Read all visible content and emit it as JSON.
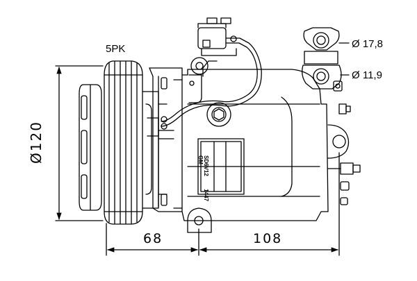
{
  "drawing": {
    "belt_type": "5PK",
    "port_large_diameter": "Ø 17,8",
    "port_small_diameter": "Ø 11,9",
    "pulley_diameter": "Ø120",
    "dim_pulley_to_mount": "68",
    "dim_mount_to_back": "108",
    "nameplate": {
      "model": "SD6V12",
      "number": "1447",
      "brand": "GM"
    }
  }
}
